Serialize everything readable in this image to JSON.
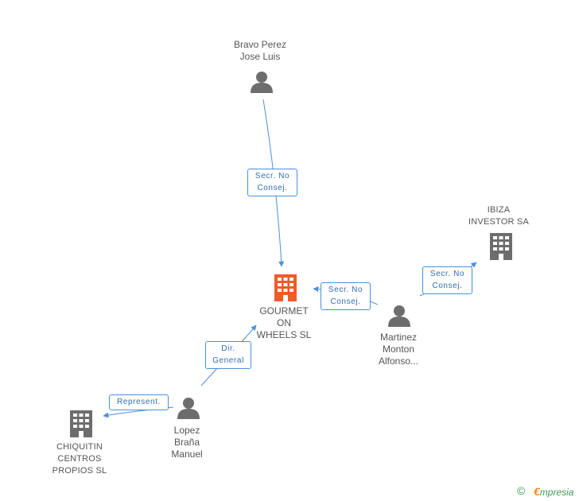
{
  "nodes": {
    "bravo": {
      "label": "Bravo Perez\nJose Luis",
      "kind": "person"
    },
    "gourmet": {
      "label": "GOURMET\nON\nWHEELS SL",
      "kind": "company",
      "highlight": true
    },
    "ibiza": {
      "label": "IBIZA\nINVESTOR SA",
      "kind": "company"
    },
    "martinez": {
      "label": "Martinez\nMonton\nAlfonso...",
      "kind": "person"
    },
    "lopez": {
      "label": "Lopez\nBraña\nManuel",
      "kind": "person"
    },
    "chiquitin": {
      "label": "CHIQUITIN\nCENTROS\nPROPIOS SL",
      "kind": "company"
    }
  },
  "edges": {
    "bravo_gourmet": {
      "label": "Secr.  No\nConsej."
    },
    "martinez_gourmet": {
      "label": "Secr.  No\nConsej."
    },
    "martinez_ibiza": {
      "label": "Secr.  No\nConsej."
    },
    "lopez_gourmet": {
      "label": "Dir.\nGeneral"
    },
    "lopez_chiquitin": {
      "label": "Represent."
    }
  },
  "colors": {
    "edge": "#4a90d9",
    "person_icon": "#6d6d6d",
    "company_icon": "#6d6d6d",
    "company_highlight": "#f15a29"
  },
  "footer": {
    "copyright_symbol": "©",
    "brand_initial": "€",
    "brand_rest": "mpresia"
  }
}
